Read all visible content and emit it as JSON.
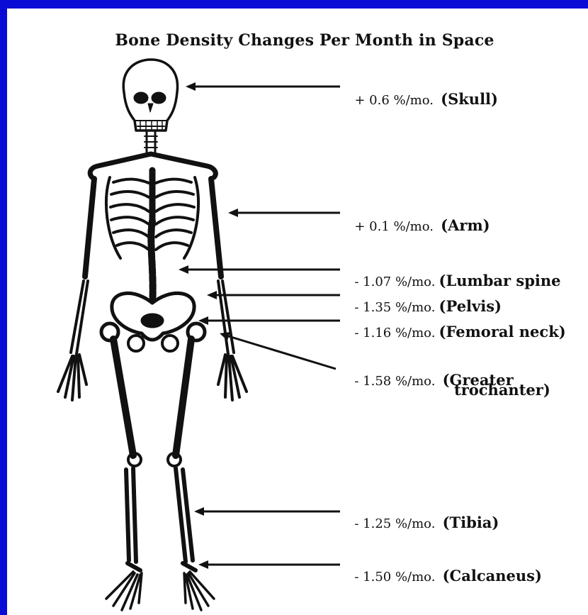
{
  "title": "Bone Density Changes Per Month in Space",
  "annotations": [
    {
      "value": "+ 0.6 %/mo.",
      "site": "(Skull)"
    },
    {
      "value": "+ 0.1 %/mo.",
      "site": "(Arm)"
    },
    {
      "value": "- 1.07 %/mo.",
      "site": "(Lumbar spine"
    },
    {
      "value": "- 1.35 %/mo.",
      "site": "(Pelvis)"
    },
    {
      "value": "- 1.16 %/mo.",
      "site": "(Femoral neck)"
    },
    {
      "value": "- 1.58 %/mo.",
      "site": "(Greater",
      "site_line2": "trochanter)"
    },
    {
      "value": "- 1.25 %/mo.",
      "site": "(Tibia)"
    },
    {
      "value": "- 1.50 %/mo.",
      "site": "(Calcaneus)"
    }
  ],
  "colors": {
    "frame": "#0b0bd6",
    "background": "#ffffff",
    "ink": "#111111"
  }
}
